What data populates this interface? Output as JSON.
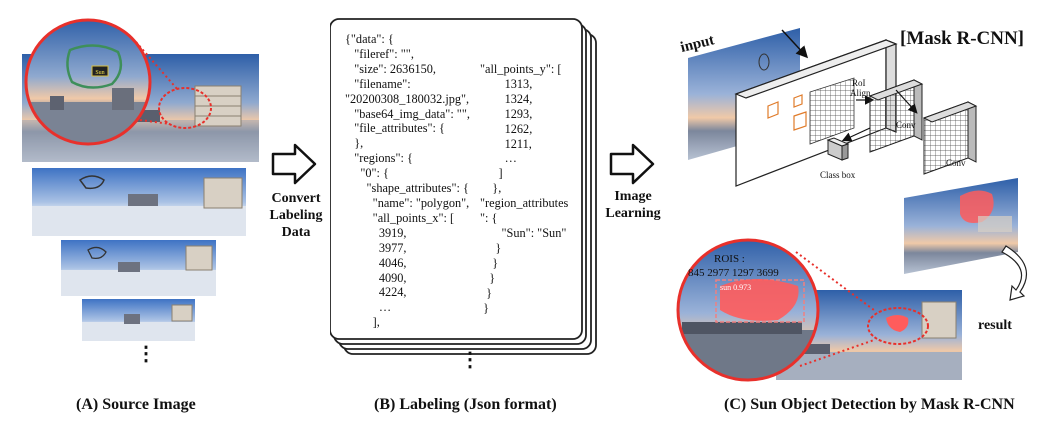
{
  "panels": {
    "a_caption": "(A) Source Image",
    "b_caption": "(B) Labeling (Json format)",
    "c_caption": "(C) Sun Object Detection by Mask R-CNN"
  },
  "steps": {
    "convert": "Convert\nLabeling\nData",
    "learning": "Image\nLearning"
  },
  "source": {
    "zoom_tag": "Sun"
  },
  "json": {
    "left": "{\"data\": {\n   \"fileref\": \"\",\n   \"size\": 2636150,\n   \"filename\":\n\"20200308_180032.jpg\",\n   \"base64_img_data\": \"\",\n   \"file_attributes\": {\n   },\n   \"regions\": {\n     \"0\": {\n       \"shape_attributes\": {\n         \"name\": \"polygon\",\n         \"all_points_x\": [\n           3919,\n           3977,\n           4046,\n           4090,\n           4224,\n           …\n         ],",
    "right": "\"all_points_y\": [\n        1313,\n        1324,\n        1293,\n        1262,\n        1211,\n        …\n      ]\n    },\n\"region_attributes\n\": {\n       \"Sun\": \"Sun\"\n     }\n    }\n   }\n  }\n }",
    "ellipsis": "⋮"
  },
  "maskrcnn": {
    "title": "[Mask R-CNN]",
    "input_label": "input",
    "roi_align": "RoI\nAlign",
    "conv1": "Conv",
    "conv2": "Conv",
    "class_box": "Class box",
    "result_label": "result"
  },
  "result": {
    "rois_label": "ROIS :",
    "rois_values": "845 2977 1297 3699",
    "score": "sun 0.973"
  },
  "colors": {
    "zoom_ring": "#e8302b",
    "sun_mask": "#ff5c5c",
    "sky_top": "#2e5fa8",
    "sky_glow": "#f0c9a8"
  }
}
